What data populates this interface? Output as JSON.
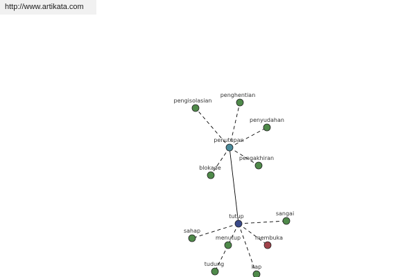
{
  "source": {
    "url_text": "http://www.artikata.com"
  },
  "colors": {
    "edge": "#000000",
    "node_stroke": "#222222",
    "leaf_node": "#4f8a4a",
    "hub_primary": "#3a4a8a",
    "hub_secondary": "#4a8a9a",
    "antonym_node": "#a0424a"
  },
  "graph": {
    "nodes": [
      {
        "id": "tutup",
        "label": "tutup",
        "kind": "hub_primary"
      },
      {
        "id": "penutupan",
        "label": "penutupan",
        "kind": "hub_secondary"
      },
      {
        "id": "pengisolasian",
        "label": "pengisolasian",
        "kind": "leaf"
      },
      {
        "id": "penghentian",
        "label": "penghentian",
        "kind": "leaf"
      },
      {
        "id": "penyudahan",
        "label": "penyudahan",
        "kind": "leaf"
      },
      {
        "id": "pengakhiran",
        "label": "pengakhiran",
        "kind": "leaf"
      },
      {
        "id": "blokade",
        "label": "blokade",
        "kind": "leaf"
      },
      {
        "id": "sangai",
        "label": "sangai",
        "kind": "leaf"
      },
      {
        "id": "sahap",
        "label": "sahap",
        "kind": "leaf"
      },
      {
        "id": "menutup",
        "label": "menutup",
        "kind": "leaf"
      },
      {
        "id": "membuka",
        "label": "membuka",
        "kind": "antonym"
      },
      {
        "id": "tudung",
        "label": "tudung",
        "kind": "leaf"
      },
      {
        "id": "kap",
        "label": "kap",
        "kind": "leaf"
      }
    ],
    "edges": [
      {
        "from": "tutup",
        "to": "penutupan",
        "style": "solid"
      },
      {
        "from": "penutupan",
        "to": "pengisolasian",
        "style": "dashed"
      },
      {
        "from": "penutupan",
        "to": "penghentian",
        "style": "dashed"
      },
      {
        "from": "penutupan",
        "to": "penyudahan",
        "style": "dashed"
      },
      {
        "from": "penutupan",
        "to": "pengakhiran",
        "style": "dashed"
      },
      {
        "from": "penutupan",
        "to": "blokade",
        "style": "dashed"
      },
      {
        "from": "tutup",
        "to": "sangai",
        "style": "dashed"
      },
      {
        "from": "tutup",
        "to": "sahap",
        "style": "dashed"
      },
      {
        "from": "tutup",
        "to": "menutup",
        "style": "dashed"
      },
      {
        "from": "tutup",
        "to": "membuka",
        "style": "dashed"
      },
      {
        "from": "tutup",
        "to": "kap",
        "style": "dashed"
      },
      {
        "from": "menutup",
        "to": "tudung",
        "style": "dashed"
      }
    ]
  }
}
